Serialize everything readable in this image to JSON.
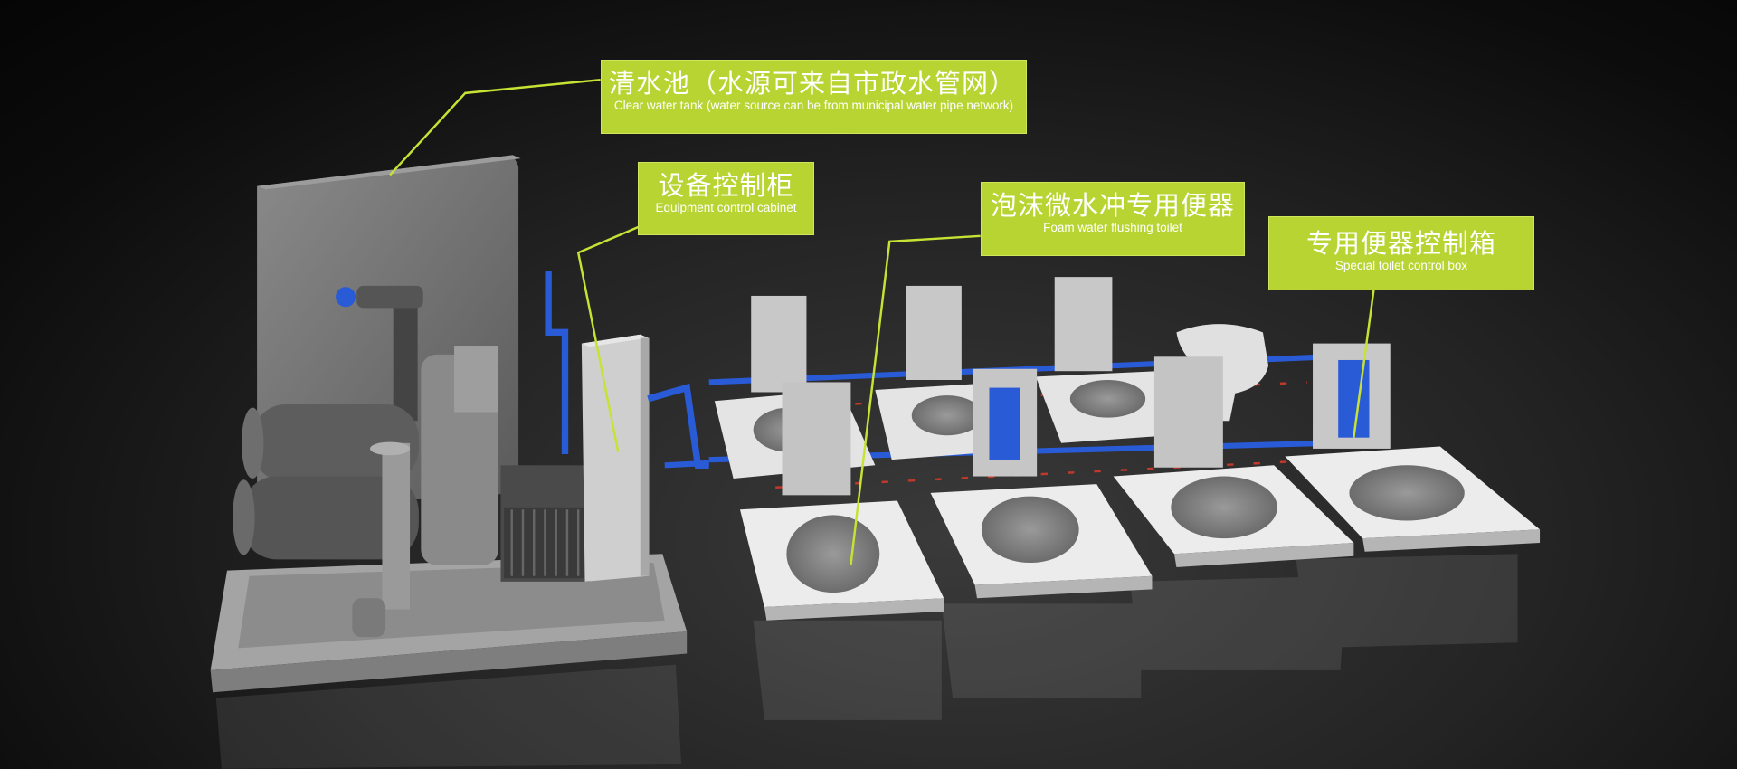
{
  "labels": {
    "clear_water_tank": {
      "zh": "清水池（水源可来自市政水管网）",
      "en": "Clear water tank (water source can be from municipal water pipe network)"
    },
    "control_cabinet": {
      "zh": "设备控制柜",
      "en": "Equipment control cabinet"
    },
    "foam_toilet": {
      "zh": "泡沫微水冲专用便器",
      "en": "Foam water flushing toilet"
    },
    "toilet_control_box": {
      "zh": "专用便器控制箱",
      "en": "Special toilet control box"
    }
  },
  "colors": {
    "label_bg": "#b8d432",
    "leader_line": "#c8e234",
    "pipe": "#2a5bd7"
  }
}
